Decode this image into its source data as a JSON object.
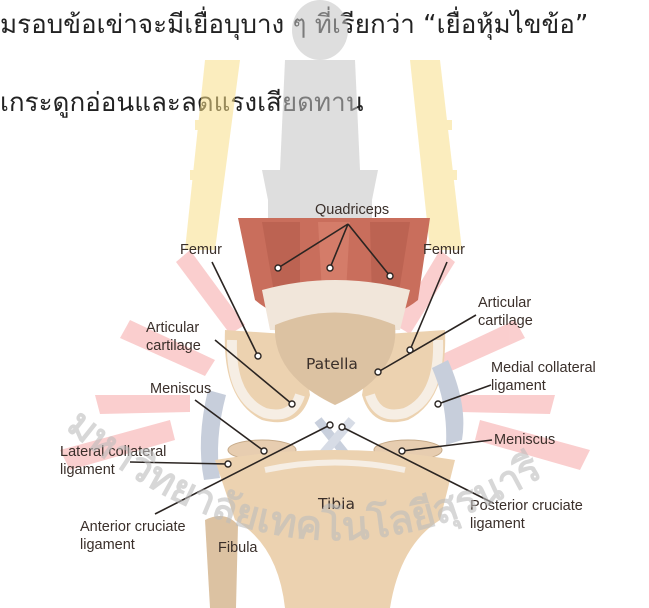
{
  "text": {
    "line1": "มรอบข้อเข่าจะมีเยื่อบุบาง ๆ ที่เรียกว่า “เยื่อหุ้มไขข้อ”",
    "line2": "เกระดูกอ่อนและลดแรงเสียดทาน"
  },
  "diagram": {
    "labels": {
      "quadriceps": "Quadriceps",
      "femur_left": "Femur",
      "femur_right": "Femur",
      "articular_left_1": "Articular",
      "articular_left_2": "cartilage",
      "articular_right_1": "Articular",
      "articular_right_2": "cartilage",
      "patella": "Patella",
      "medial_collateral_1": "Medial collateral",
      "medial_collateral_2": "ligament",
      "meniscus_left": "Meniscus",
      "meniscus_right": "Meniscus",
      "lateral_collateral_1": "Lateral collateral",
      "lateral_collateral_2": "ligament",
      "tibia": "Tibia",
      "posterior_cruciate_1": "Posterior cruciate",
      "posterior_cruciate_2": "ligament",
      "anterior_cruciate_1": "Anterior cruciate",
      "anterior_cruciate_2": "ligament",
      "fibula": "Fibula"
    }
  },
  "watermark": {
    "text": "มหาวิทยาลัยเทคโนโลยีสุรนารี",
    "colors": {
      "red": "#ee4848",
      "yellow": "#f8d030",
      "gray": "#bdbdbd"
    }
  },
  "colors": {
    "muscle": "#c86a58",
    "bone": "#efd9bf",
    "cartilage": "#f3e9de",
    "ligament": "#c9d0dd"
  }
}
